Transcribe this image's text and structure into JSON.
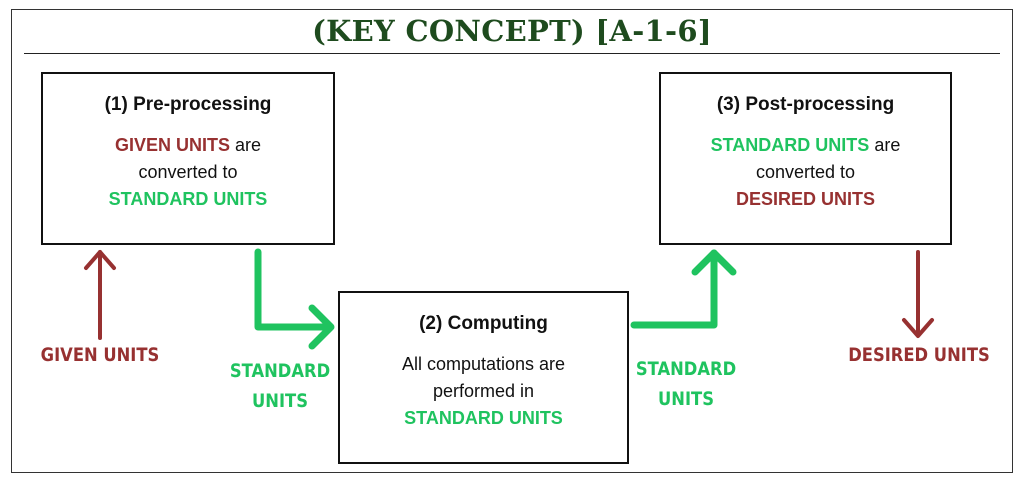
{
  "title": "(KEY CONCEPT) [A-1-6]",
  "steps": [
    {
      "heading": "(1) Pre-processing",
      "line1_highlight": "GIVEN UNITS",
      "line1_rest": " are",
      "line2": "converted to",
      "line3_highlight": "STANDARD UNITS"
    },
    {
      "heading": "(2) Computing",
      "line1": "All computations are",
      "line2": "performed in",
      "line3_highlight": "STANDARD UNITS"
    },
    {
      "heading": "(3) Post-processing",
      "line1_highlight": "STANDARD UNITS",
      "line1_rest": " are",
      "line2": "converted to",
      "line3_highlight": "DESIRED UNITS"
    }
  ],
  "flow_labels": {
    "given_units": "GIVEN UNITS",
    "standard_units_in": [
      "STANDARD",
      "UNITS"
    ],
    "standard_units_out": [
      "STANDARD",
      "UNITS"
    ],
    "desired_units": "DESIRED UNITS"
  },
  "colors": {
    "red": "#973131",
    "green": "#1fc35f",
    "title": "#1e4b1e"
  }
}
